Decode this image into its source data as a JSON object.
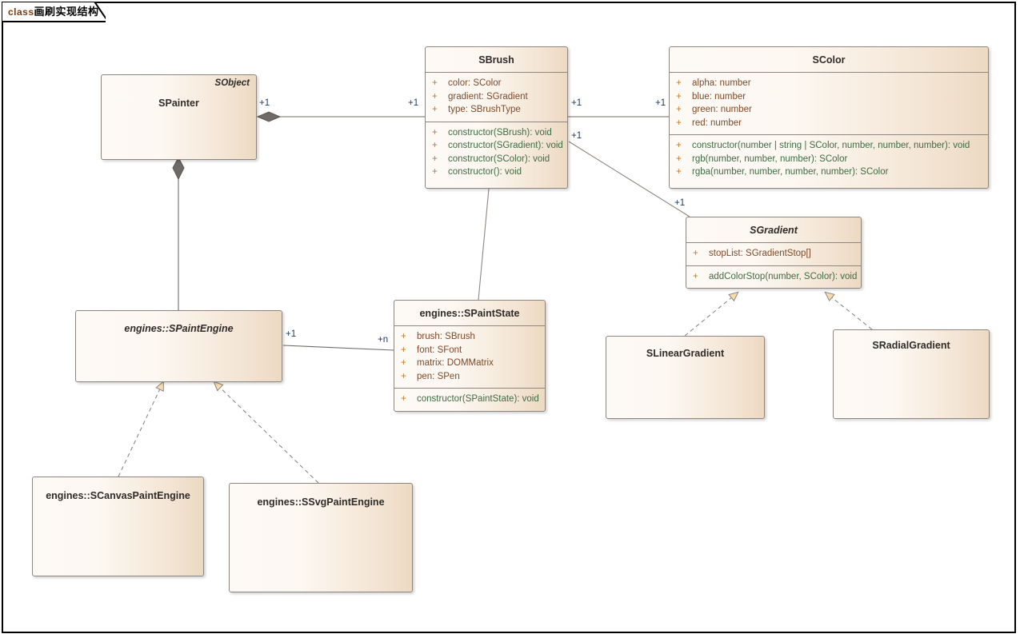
{
  "diagram": {
    "keyword": "class",
    "title": "画刷实现结构",
    "type": "uml-class-diagram"
  },
  "colors": {
    "box_fill_light": "#fdf9f5",
    "box_fill_dark": "#ecd9c2",
    "box_border": "#8d8681",
    "visibility": "#c07a2a",
    "attribute_text": "#7d4a2a",
    "operation_text": "#3f6b44",
    "multiplicity_text": "#1b3a5c",
    "arrow_fill": "#f7dcb0",
    "line": "#6f6a66"
  },
  "classes": {
    "spainter": {
      "name": "SPainter",
      "stereotype": "SObject",
      "abstract": false,
      "attributes": [],
      "operations": []
    },
    "sbrush": {
      "name": "SBrush",
      "abstract": false,
      "attributes": [
        {
          "vis": "+",
          "text": "color: SColor"
        },
        {
          "vis": "+",
          "text": "gradient: SGradient"
        },
        {
          "vis": "+",
          "text": "type: SBrushType"
        }
      ],
      "operations": [
        {
          "vis": "+",
          "text": "constructor(SBrush): void"
        },
        {
          "vis": "+",
          "text": "constructor(SGradient): void"
        },
        {
          "vis": "+",
          "text": "constructor(SColor): void"
        },
        {
          "vis": "+",
          "text": "constructor(): void"
        }
      ]
    },
    "scolor": {
      "name": "SColor",
      "abstract": false,
      "attributes": [
        {
          "vis": "+",
          "text": "alpha: number"
        },
        {
          "vis": "+",
          "text": "blue: number"
        },
        {
          "vis": "+",
          "text": "green: number"
        },
        {
          "vis": "+",
          "text": "red: number"
        }
      ],
      "operations": [
        {
          "vis": "+",
          "text": "constructor(number | string | SColor, number, number, number): void"
        },
        {
          "vis": "+",
          "text": "rgb(number, number, number): SColor"
        },
        {
          "vis": "+",
          "text": "rgba(number, number, number, number): SColor"
        }
      ]
    },
    "sgradient": {
      "name": "SGradient",
      "abstract": true,
      "attributes": [
        {
          "vis": "+",
          "text": "stopList: SGradientStop[]"
        }
      ],
      "operations": [
        {
          "vis": "+",
          "text": "addColorStop(number, SColor): void"
        }
      ]
    },
    "spaintstate": {
      "name": "engines::SPaintState",
      "abstract": false,
      "attributes": [
        {
          "vis": "+",
          "text": "brush: SBrush"
        },
        {
          "vis": "+",
          "text": "font: SFont"
        },
        {
          "vis": "+",
          "text": "matrix: DOMMatrix"
        },
        {
          "vis": "+",
          "text": "pen: SPen"
        }
      ],
      "operations": [
        {
          "vis": "+",
          "text": "constructor(SPaintState): void"
        }
      ]
    },
    "spaintengine": {
      "name": "engines::SPaintEngine",
      "abstract": true,
      "attributes": [],
      "operations": []
    },
    "scanvaspaintengine": {
      "name": "engines::SCanvasPaintEngine",
      "abstract": false,
      "attributes": [],
      "operations": []
    },
    "ssvgpaintengine": {
      "name": "engines::SSvgPaintEngine",
      "abstract": false,
      "attributes": [],
      "operations": []
    },
    "slineargradient": {
      "name": "SLinearGradient",
      "abstract": false,
      "attributes": [],
      "operations": []
    },
    "sradialgradient": {
      "name": "SRadialGradient",
      "abstract": false,
      "attributes": [],
      "operations": []
    }
  },
  "multiplicities": {
    "painter_brush_src": "+1",
    "painter_brush_dst": "+1",
    "brush_color_src": "+1",
    "brush_color_dst": "+1",
    "brush_gradient_src": "+1",
    "brush_gradient_dst": "+1",
    "engine_state_src": "+1",
    "engine_state_dst": "+n"
  },
  "relationships": [
    {
      "from": "SPainter",
      "to": "SBrush",
      "kind": "composition"
    },
    {
      "from": "SPainter",
      "to": "engines::SPaintEngine",
      "kind": "composition"
    },
    {
      "from": "SBrush",
      "to": "SColor",
      "kind": "association"
    },
    {
      "from": "SBrush",
      "to": "SGradient",
      "kind": "association"
    },
    {
      "from": "SBrush",
      "to": "engines::SPaintState",
      "kind": "association"
    },
    {
      "from": "engines::SPaintEngine",
      "to": "engines::SPaintState",
      "kind": "association"
    },
    {
      "from": "engines::SCanvasPaintEngine",
      "to": "engines::SPaintEngine",
      "kind": "realization"
    },
    {
      "from": "engines::SSvgPaintEngine",
      "to": "engines::SPaintEngine",
      "kind": "realization"
    },
    {
      "from": "SLinearGradient",
      "to": "SGradient",
      "kind": "realization"
    },
    {
      "from": "SRadialGradient",
      "to": "SGradient",
      "kind": "realization"
    }
  ]
}
